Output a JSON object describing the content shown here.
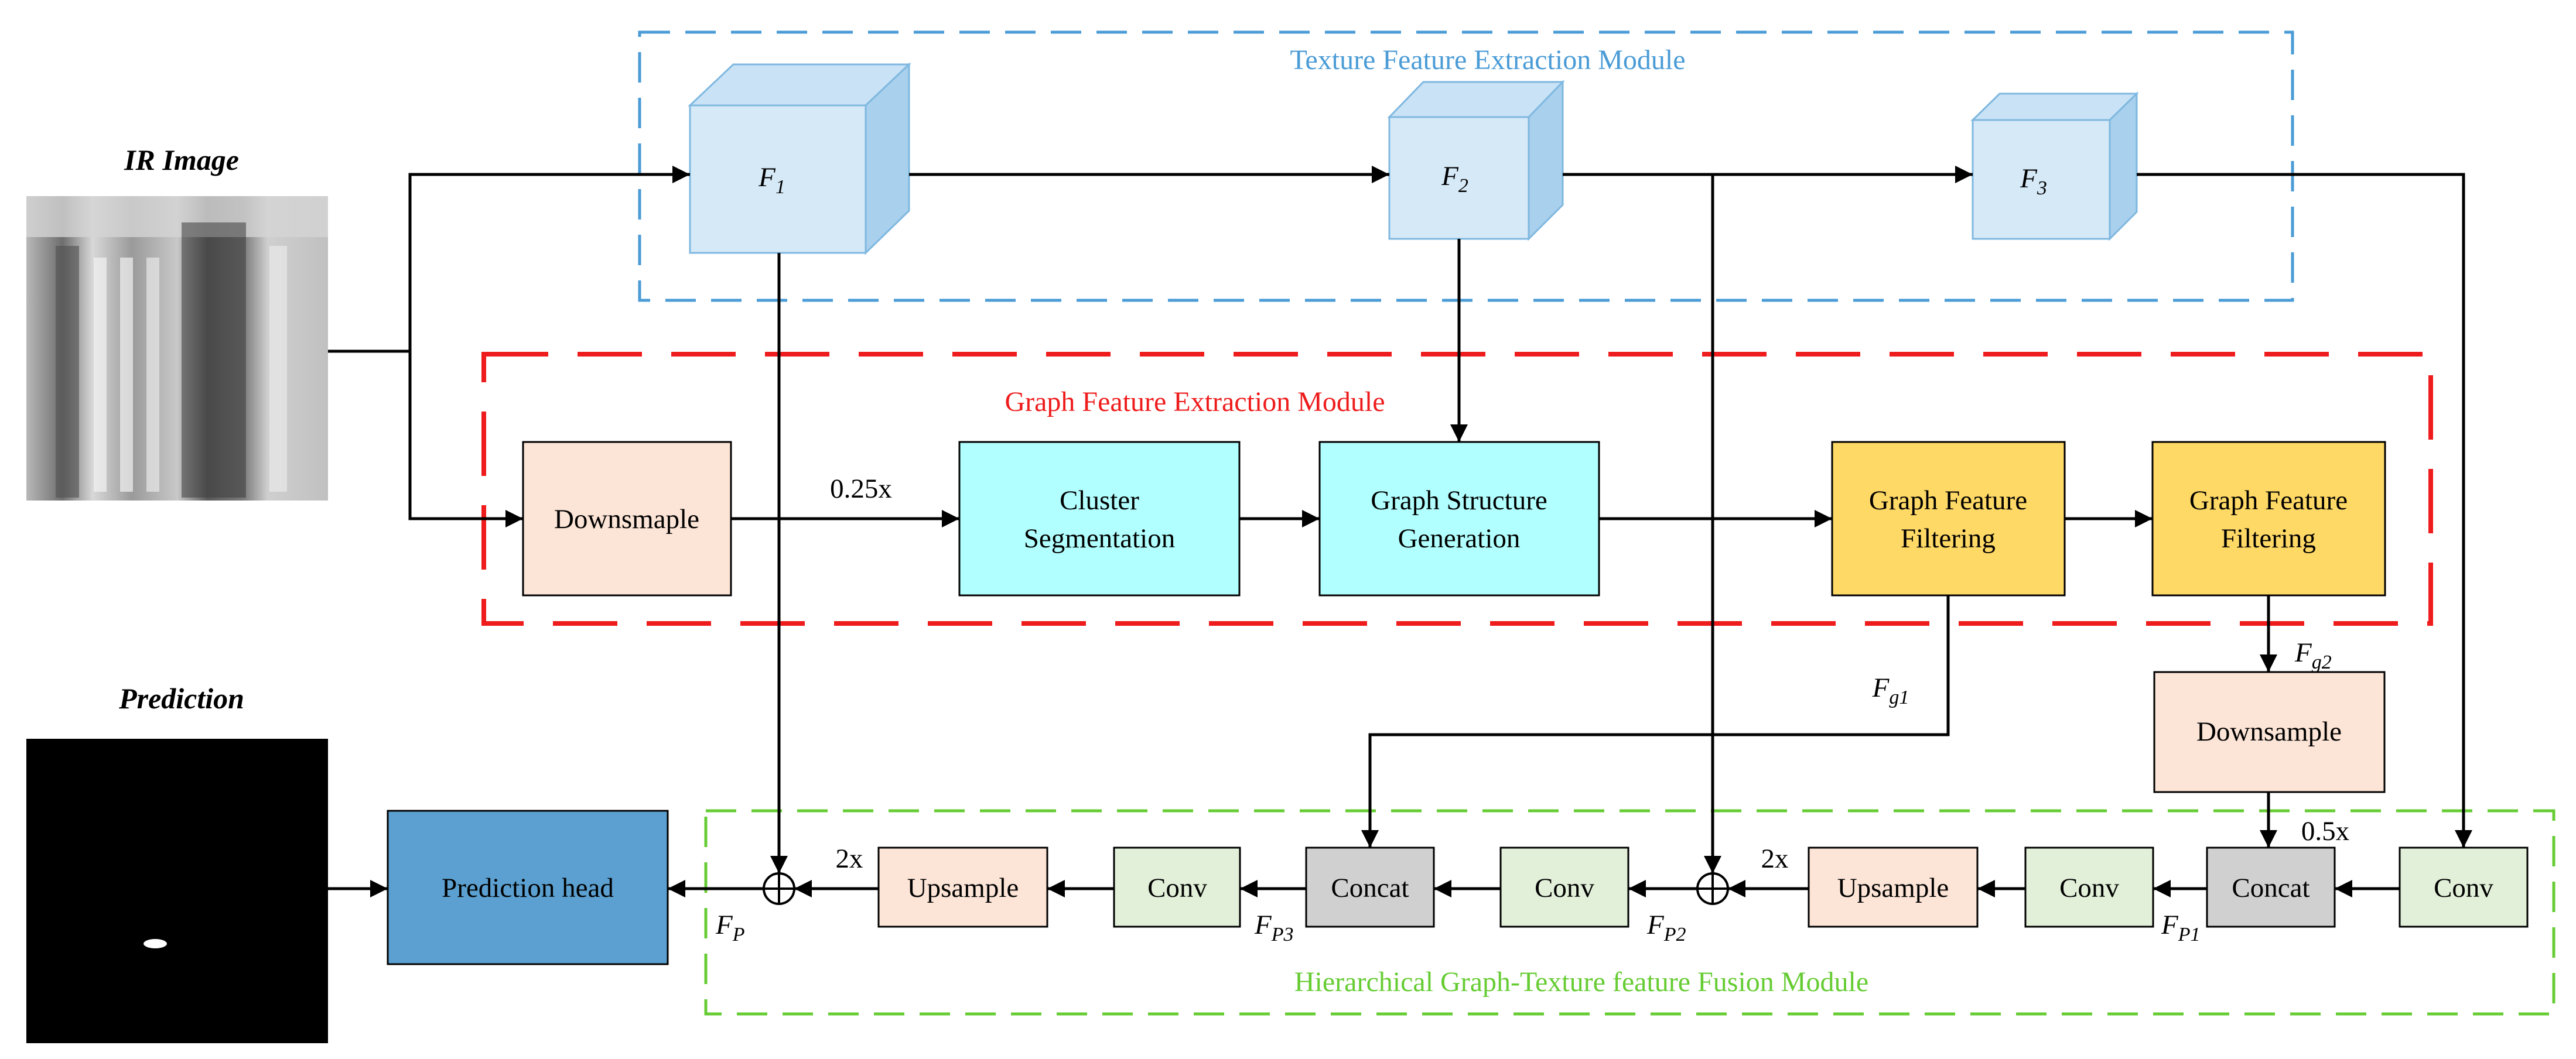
{
  "colors": {
    "texture_frame": "#4a9bd6",
    "graph_frame": "#ee1c1c",
    "fusion_frame": "#66cc33",
    "cube_face": "#d6e9f7",
    "cube_side": "#a9d0ec",
    "peach": "#fce4d6",
    "cyan": "#b2ffff",
    "gold": "#ffd966",
    "light_green": "#e2f0d9",
    "gray": "#d0d0d0",
    "steel_blue": "#5ba0d0"
  },
  "modules": {
    "texture": "Texture Feature Extraction Module",
    "graph": "Graph Feature Extraction Module",
    "fusion": "Hierarchical Graph-Texture feature Fusion Module"
  },
  "inputs": {
    "ir_title": "IR Image",
    "prediction_title": "Prediction"
  },
  "texture_features": {
    "f1": {
      "base": "F",
      "sub": "1"
    },
    "f2": {
      "base": "F",
      "sub": "2"
    },
    "f3": {
      "base": "F",
      "sub": "3"
    }
  },
  "graph_blocks": {
    "downsample": "Downsmaple",
    "cluster_line1": "Cluster",
    "cluster_line2": "Segmentation",
    "graph_gen_line1": "Graph Structure",
    "graph_gen_line2": "Generation",
    "filter1_line1": "Graph Feature",
    "filter1_line2": "Filtering",
    "filter2_line1": "Graph Feature",
    "filter2_line2": "Filtering"
  },
  "fusion_blocks": {
    "downsample": "Downsample",
    "prediction_head": "Prediction head",
    "upsample1": "Upsample",
    "upsample2": "Upsample",
    "conv1": "Conv",
    "conv2": "Conv",
    "conv3": "Conv",
    "conv4": "Conv",
    "concat1": "Concat",
    "concat2": "Concat"
  },
  "scale_labels": {
    "quarter": "0.25x",
    "half": "0.5x",
    "up_left": "2x",
    "up_right": "2x"
  },
  "feature_labels": {
    "fg1": {
      "base": "F",
      "sub": "g1"
    },
    "fg2": {
      "base": "F",
      "sub": "g2"
    },
    "fp": {
      "base": "F",
      "sub": "P"
    },
    "fp1": {
      "base": "F",
      "sub": "P1"
    },
    "fp2": {
      "base": "F",
      "sub": "P2"
    },
    "fp3": {
      "base": "F",
      "sub": "P3"
    }
  }
}
